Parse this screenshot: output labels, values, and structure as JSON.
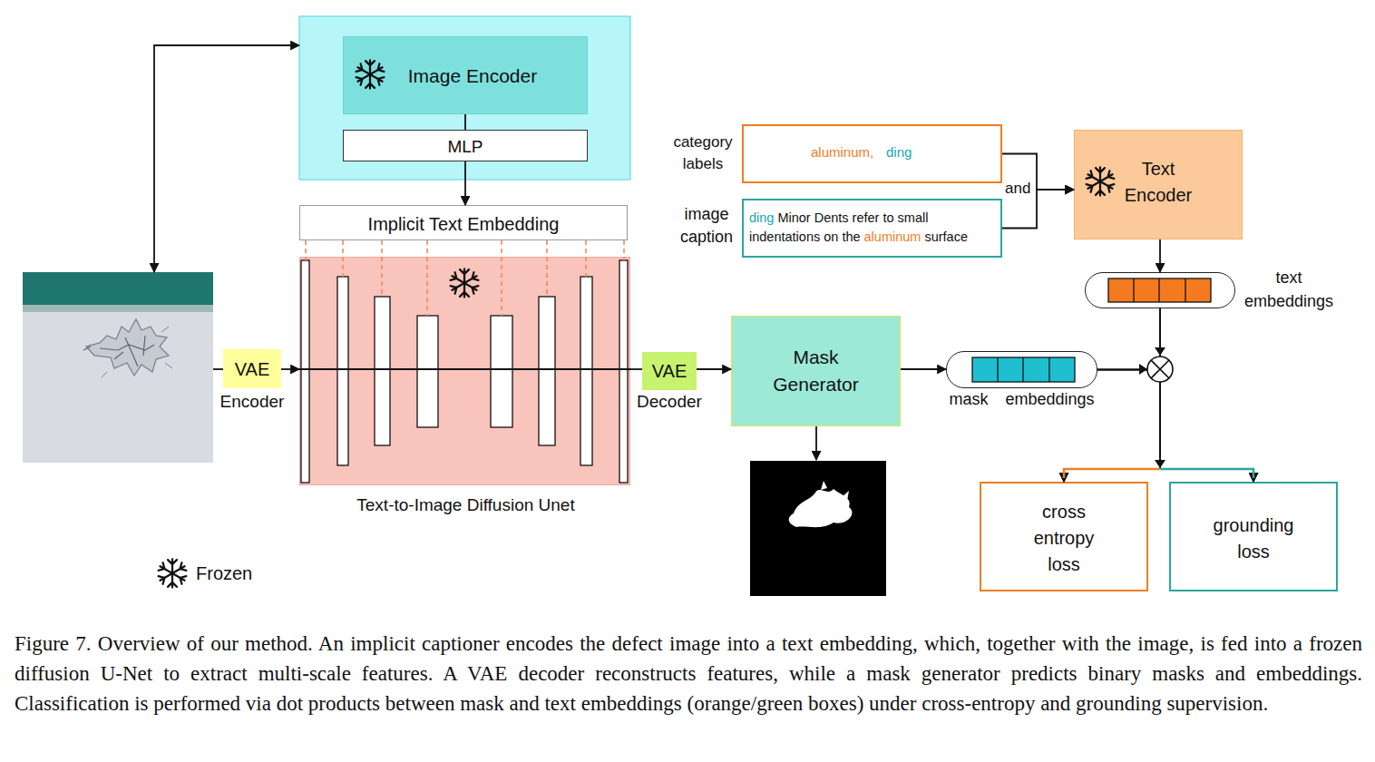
{
  "diagram": {
    "caption": "Figure 7. Overview of our method. An implicit captioner encodes the defect image into a text embedding, which, together with the image, is fed into a frozen diffusion U-Net to extract multi-scale features. A VAE decoder reconstructs features, while a mask generator predicts binary masks and embeddings. Classification is performed via dot products between mask and text embeddings (orange/green boxes) under cross-entropy and grounding supervision.",
    "nodes": [
      {
        "text": [
          "Image Encoder"
        ]
      },
      {
        "text": [
          "MLP"
        ]
      },
      {
        "text": [
          "Implicit Text Embedding"
        ]
      },
      {
        "text": [
          "Text-to-Image Diffusion Unet"
        ]
      },
      {
        "text": [
          "VAE",
          "Encoder"
        ]
      },
      {
        "text": [
          "VAE",
          "Decoder"
        ]
      },
      {
        "text": [
          "Mask Generator"
        ]
      },
      {
        "text": [
          "category labels",
          "aluminum,",
          "ding"
        ]
      },
      {
        "text": [
          "image caption",
          "ding",
          "Minor Dents refer to small indentations on the",
          "aluminum",
          "surface"
        ]
      },
      {
        "text": [
          "Text Encoder"
        ]
      },
      {
        "text": [
          "text embeddings"
        ]
      },
      {
        "text": [
          "mask embeddings"
        ]
      },
      {
        "text": [
          "cross entropy loss"
        ]
      },
      {
        "text": [
          "grounding loss"
        ]
      }
    ],
    "edges": [
      {
        "from": 0,
        "to": 1,
        "arrow": "none"
      },
      {
        "from": 1,
        "to": 2,
        "arrow": "to"
      },
      {
        "from": 2,
        "to": 3,
        "arrow": "none"
      },
      {
        "from": 4,
        "to": 3,
        "arrow": "to"
      },
      {
        "from": 3,
        "to": 5,
        "arrow": "none"
      },
      {
        "from": 5,
        "to": 6,
        "arrow": "to"
      },
      {
        "from": 6,
        "to": 11,
        "arrow": "to"
      },
      {
        "from": 7,
        "to": 9,
        "arrow": "to"
      },
      {
        "from": 8,
        "to": 9,
        "arrow": "to"
      },
      {
        "from": 9,
        "to": 10,
        "arrow": "to"
      },
      {
        "from": 10,
        "to": 12,
        "arrow": "to"
      },
      {
        "from": 10,
        "to": 13,
        "arrow": "to"
      },
      {
        "from": 11,
        "to": 12,
        "arrow": "to"
      },
      {
        "from": 11,
        "to": 13,
        "arrow": "to"
      }
    ],
    "labels": [
      "and"
    ],
    "legend": [
      {
        "text": "Frozen"
      }
    ]
  }
}
